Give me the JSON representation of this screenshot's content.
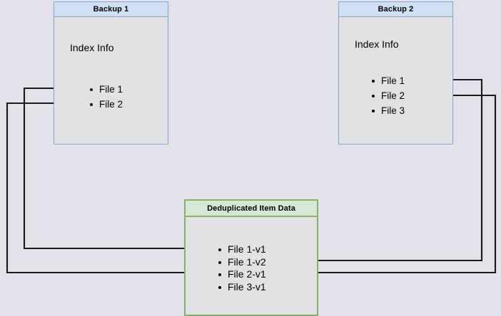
{
  "diagram": {
    "type": "flow-diagram",
    "background_color": "#e3e1e9",
    "boxes": [
      {
        "id": "backup1",
        "title": "Backup 1",
        "subtitle": "Index Info",
        "accent_color": "#7ea6d9",
        "header_fill": "#cfe0f3",
        "items": [
          "File 1",
          "File 2"
        ]
      },
      {
        "id": "backup2",
        "title": "Backup 2",
        "subtitle": "Index Info",
        "accent_color": "#7ea6d9",
        "header_fill": "#cfe0f3",
        "items": [
          "File 1",
          "File 2",
          "File 3"
        ]
      },
      {
        "id": "dedup",
        "title": "Deduplicated Item Data",
        "accent_color": "#82b366",
        "header_fill": "#d5e8d4",
        "items": [
          "File 1-v1",
          "File 1-v2",
          "File 2-v1",
          "File 3-v1"
        ]
      }
    ],
    "connectors": [
      {
        "from": "backup1.File 1",
        "to": "dedup.File 1-v1",
        "route": "left",
        "arrow": "right"
      },
      {
        "from": "backup1.File 2",
        "to": "dedup.File 2-v1",
        "route": "left",
        "arrow": "right"
      },
      {
        "from": "backup2.File 1",
        "to": "dedup.File 1-v2",
        "route": "right",
        "arrow": "left"
      },
      {
        "from": "backup2.File 2",
        "to": "dedup.File 2-v1",
        "route": "right",
        "arrow": "left"
      }
    ],
    "line_color": "#1a1a1a"
  }
}
